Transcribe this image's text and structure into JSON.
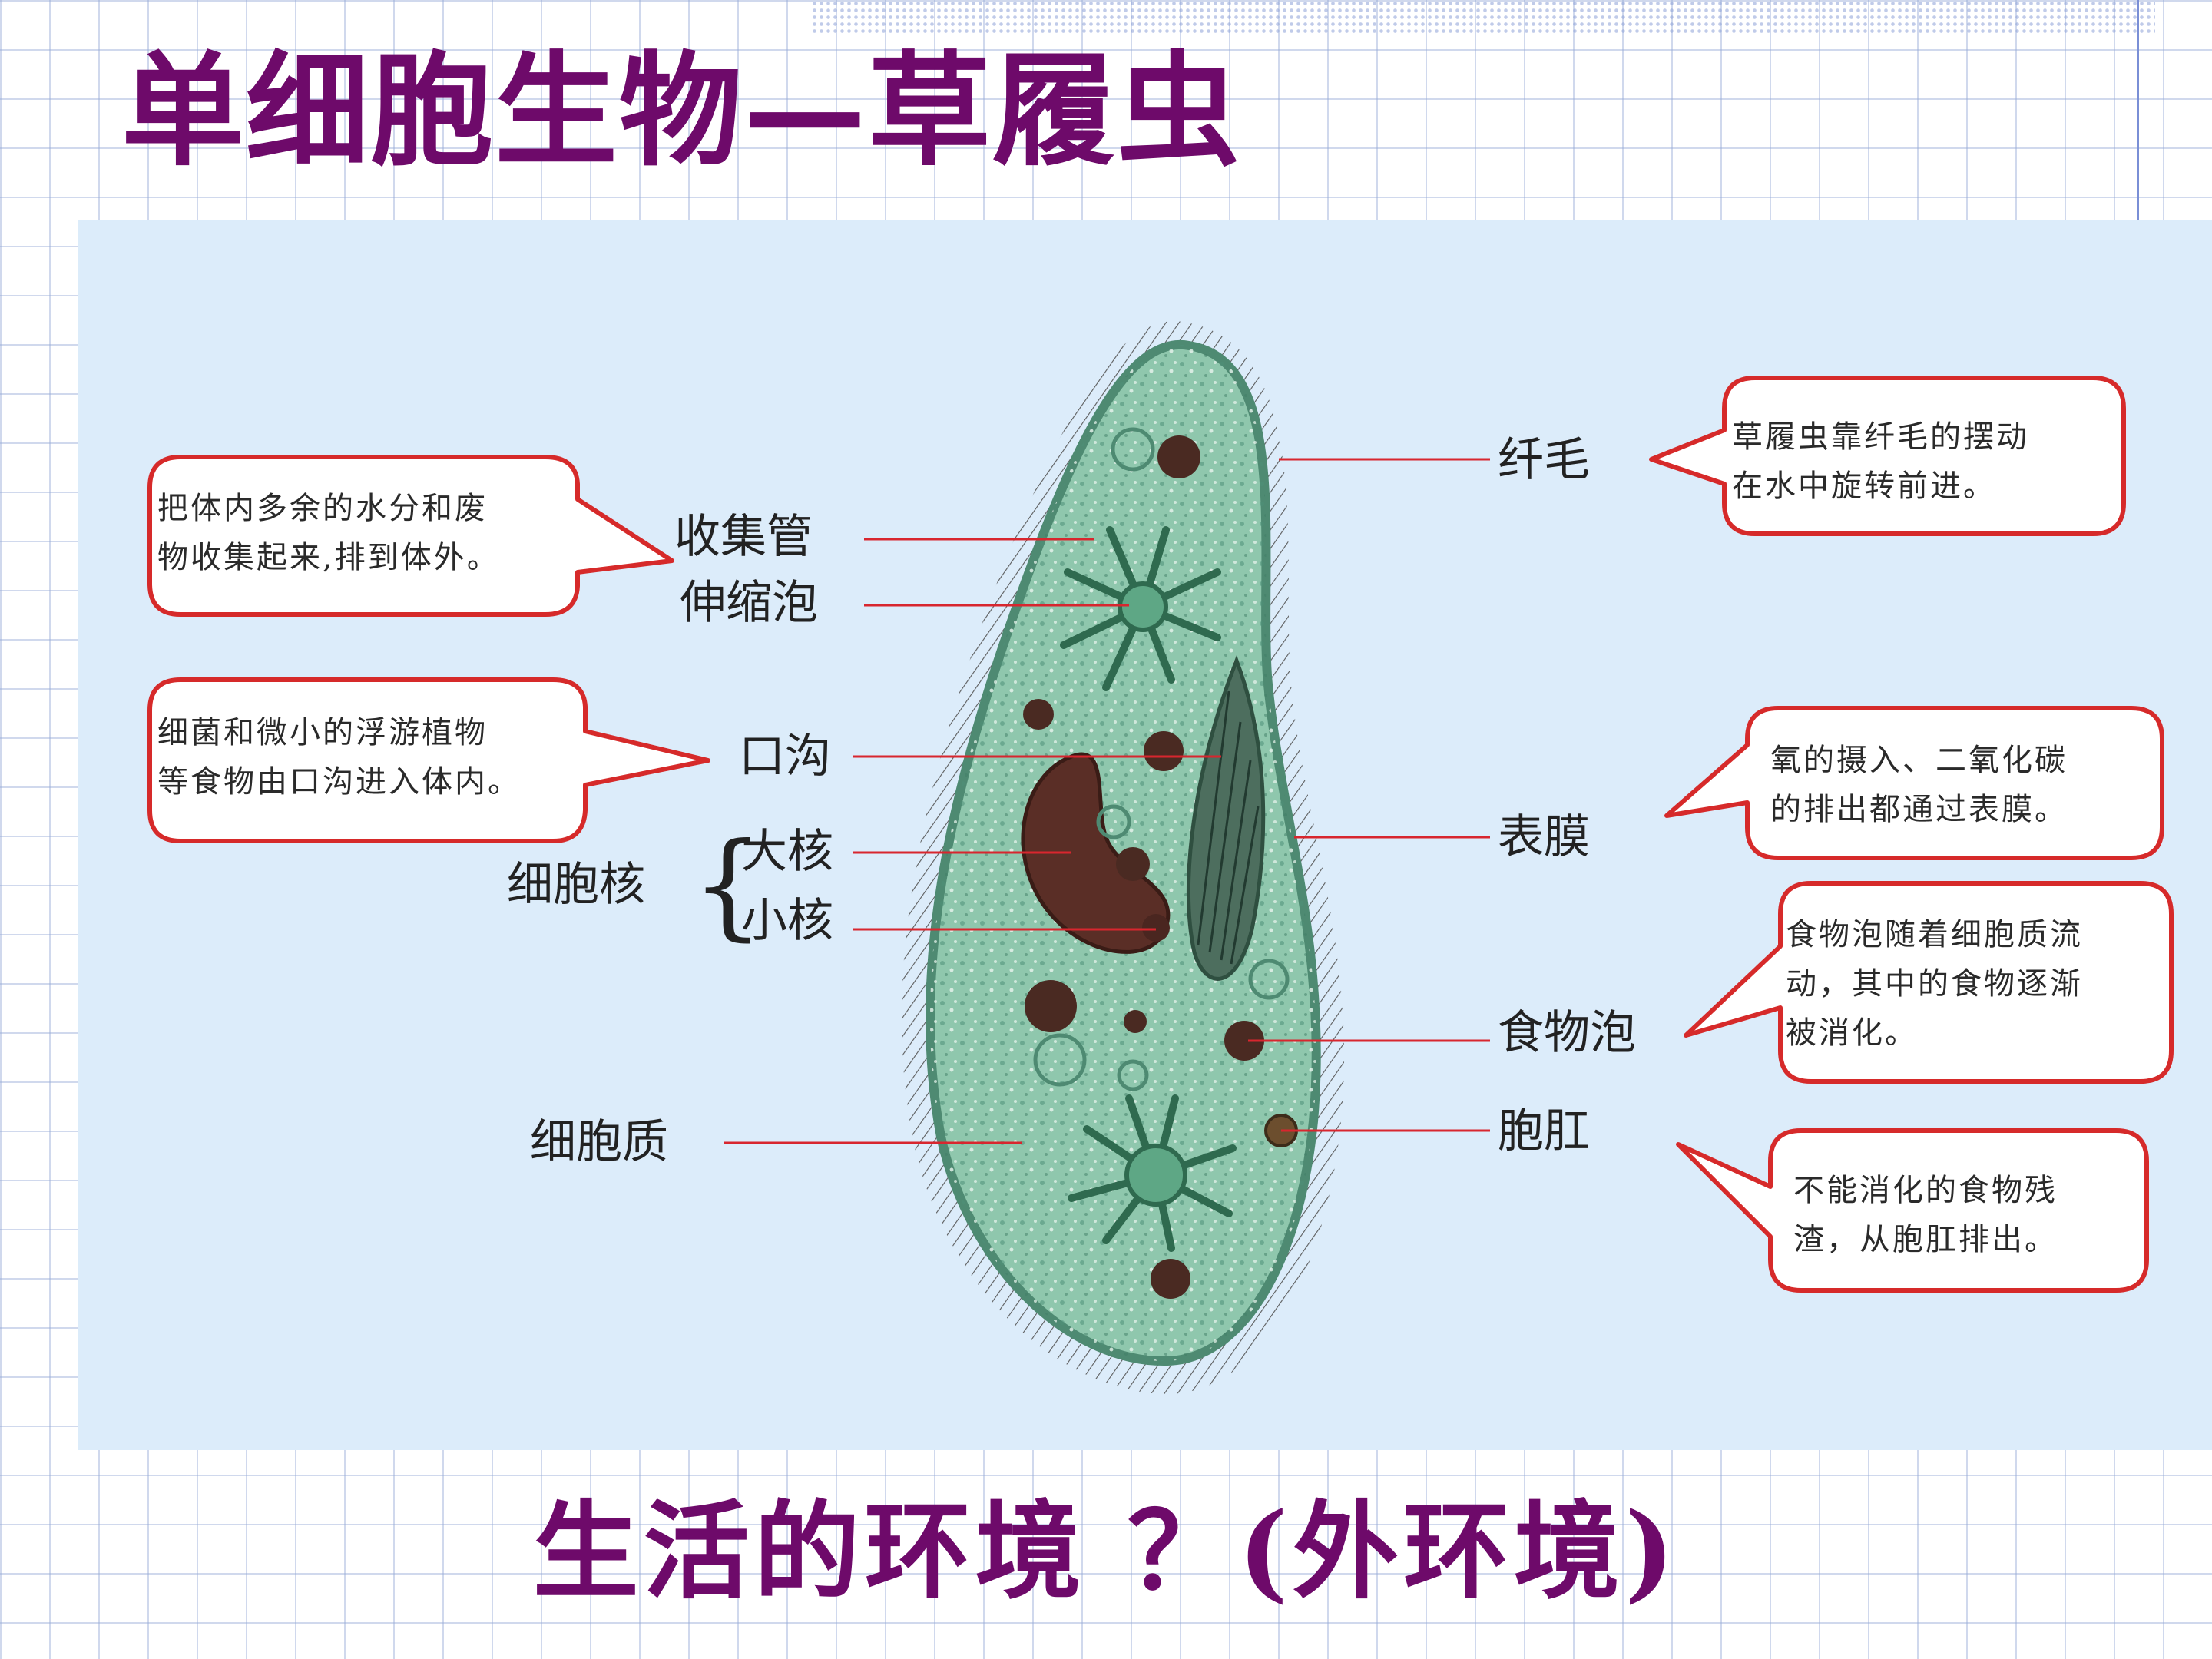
{
  "slide": {
    "title": "单细胞生物—草履虫",
    "bottom_text": "生活的环境 ？(外环境)"
  },
  "labels": {
    "shoukongguan": "收集管",
    "shensuopao": "伸缩泡",
    "kougou": "口沟",
    "xibaohe": "细胞核",
    "dahe": "大核",
    "xiaohe": "小核",
    "xibaozhi": "细胞质",
    "xianmao": "纤毛",
    "biaomo": "表膜",
    "shiwupao": "食物泡",
    "baogang": "胞肛"
  },
  "notes": {
    "collect": [
      "把体内多余的水分和废",
      "物收集起来,排到体外。"
    ],
    "groove": [
      "细菌和微小的浮游植物",
      "等食物由口沟进入体内。"
    ],
    "cilia": [
      "草履虫靠纤毛的摆动",
      "在水中旋转前进。"
    ],
    "membrane": [
      "氧的摄入、二氧化碳",
      "的排出都通过表膜。"
    ],
    "vacuole": [
      "食物泡随着细胞质流",
      "动，其中的食物逐渐",
      "被消化。"
    ],
    "anus": [
      "不能消化的食物残",
      "渣，从胞肛排出。"
    ]
  },
  "colors": {
    "title": "#6e0a6a",
    "leader_line": "#d8262e",
    "bubble_border": "#d62a2a",
    "panel": "#dcecfa",
    "cell": "#8fc7ad",
    "nucleus": "#5a2e26"
  }
}
